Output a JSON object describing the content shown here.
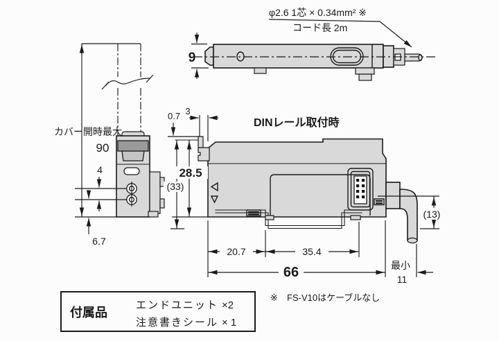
{
  "colors": {
    "stroke": "#1a1a1a",
    "body_fill": "#d9d9d9",
    "latch_fill": "#9a9a9a",
    "background": "#fcfcfc"
  },
  "top_view": {
    "cable_spec": "φ2.6 1芯 × 0.34mm² ※",
    "cable_length": "コード長 2m",
    "height_dim": "9"
  },
  "front_view": {
    "cover_label": "カバー開時最大",
    "cover_max": "90",
    "pitch_dim": "4",
    "bottom_dim": "6.7"
  },
  "main_view": {
    "title": "DINレール取付時",
    "dim_07": "0.7",
    "dim_3": "3",
    "dim_285": "28.5",
    "dim_33": "(33)",
    "dim_207": "20.7",
    "dim_354": "35.4",
    "dim_66": "66",
    "dim_13": "(13)",
    "min_label": "最小",
    "dim_11": "11"
  },
  "note": {
    "mark": "※",
    "text": "FS-V10はケーブルなし"
  },
  "accessories": {
    "title": "付属品",
    "items": [
      {
        "name": "エンドユニット",
        "qty": "×2"
      },
      {
        "name": "注意書きシール",
        "qty": "× 1"
      }
    ]
  }
}
